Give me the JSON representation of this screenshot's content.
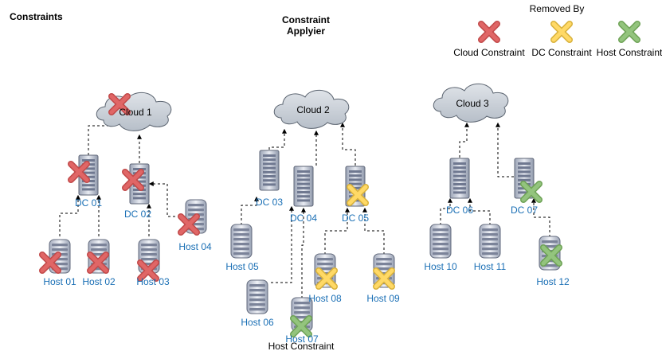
{
  "header": {
    "constraints_title": "Constraints",
    "applier_title_line1": "Constraint",
    "applier_title_line2": "Applyier"
  },
  "legend": {
    "title": "Removed By",
    "items": [
      {
        "label": "Cloud Constraint",
        "color": "#e06666"
      },
      {
        "label": "DC Constraint",
        "color": "#ffd966"
      },
      {
        "label": "Host Constraint",
        "color": "#93c47d"
      }
    ]
  },
  "clouds": [
    {
      "id": "cloud1",
      "label": "Cloud 1",
      "removed_by": "cloud"
    },
    {
      "id": "cloud2",
      "label": "Cloud 2",
      "removed_by": null
    },
    {
      "id": "cloud3",
      "label": "Cloud 3",
      "removed_by": null
    }
  ],
  "datacenters": [
    {
      "id": "dc01",
      "label": "DC 01",
      "cloud": "cloud1",
      "removed_by": "cloud"
    },
    {
      "id": "dc02",
      "label": "DC 02",
      "cloud": "cloud1",
      "removed_by": "cloud"
    },
    {
      "id": "dc03",
      "label": "DC 03",
      "cloud": "cloud2",
      "removed_by": null
    },
    {
      "id": "dc04",
      "label": "DC 04",
      "cloud": "cloud2",
      "removed_by": null
    },
    {
      "id": "dc05",
      "label": "DC 05",
      "cloud": "cloud2",
      "removed_by": "dc"
    },
    {
      "id": "dc06",
      "label": "DC 06",
      "cloud": "cloud3",
      "removed_by": null
    },
    {
      "id": "dc07",
      "label": "DC 07",
      "cloud": "cloud3",
      "removed_by": "host"
    }
  ],
  "hosts": [
    {
      "id": "h01",
      "label": "Host 01",
      "dc": "dc01",
      "removed_by": "cloud"
    },
    {
      "id": "h02",
      "label": "Host 02",
      "dc": "dc01",
      "removed_by": "cloud"
    },
    {
      "id": "h03",
      "label": "Host 03",
      "dc": "dc02",
      "removed_by": "cloud"
    },
    {
      "id": "h04",
      "label": "Host 04",
      "dc": "dc02",
      "removed_by": "cloud"
    },
    {
      "id": "h05",
      "label": "Host 05",
      "dc": "dc03",
      "removed_by": null
    },
    {
      "id": "h06",
      "label": "Host 06",
      "dc": "dc04",
      "removed_by": null
    },
    {
      "id": "h07",
      "label": "Host 07",
      "dc": "dc04",
      "removed_by": "host"
    },
    {
      "id": "h08",
      "label": "Host 08",
      "dc": "dc05",
      "removed_by": "dc"
    },
    {
      "id": "h09",
      "label": "Host 09",
      "dc": "dc05",
      "removed_by": "dc"
    },
    {
      "id": "h10",
      "label": "Host 10",
      "dc": "dc06",
      "removed_by": null
    },
    {
      "id": "h11",
      "label": "Host 11",
      "dc": "dc06",
      "removed_by": null
    },
    {
      "id": "h12",
      "label": "Host 12",
      "dc": "dc07",
      "removed_by": "host"
    }
  ],
  "annotation": "Host Constraint"
}
